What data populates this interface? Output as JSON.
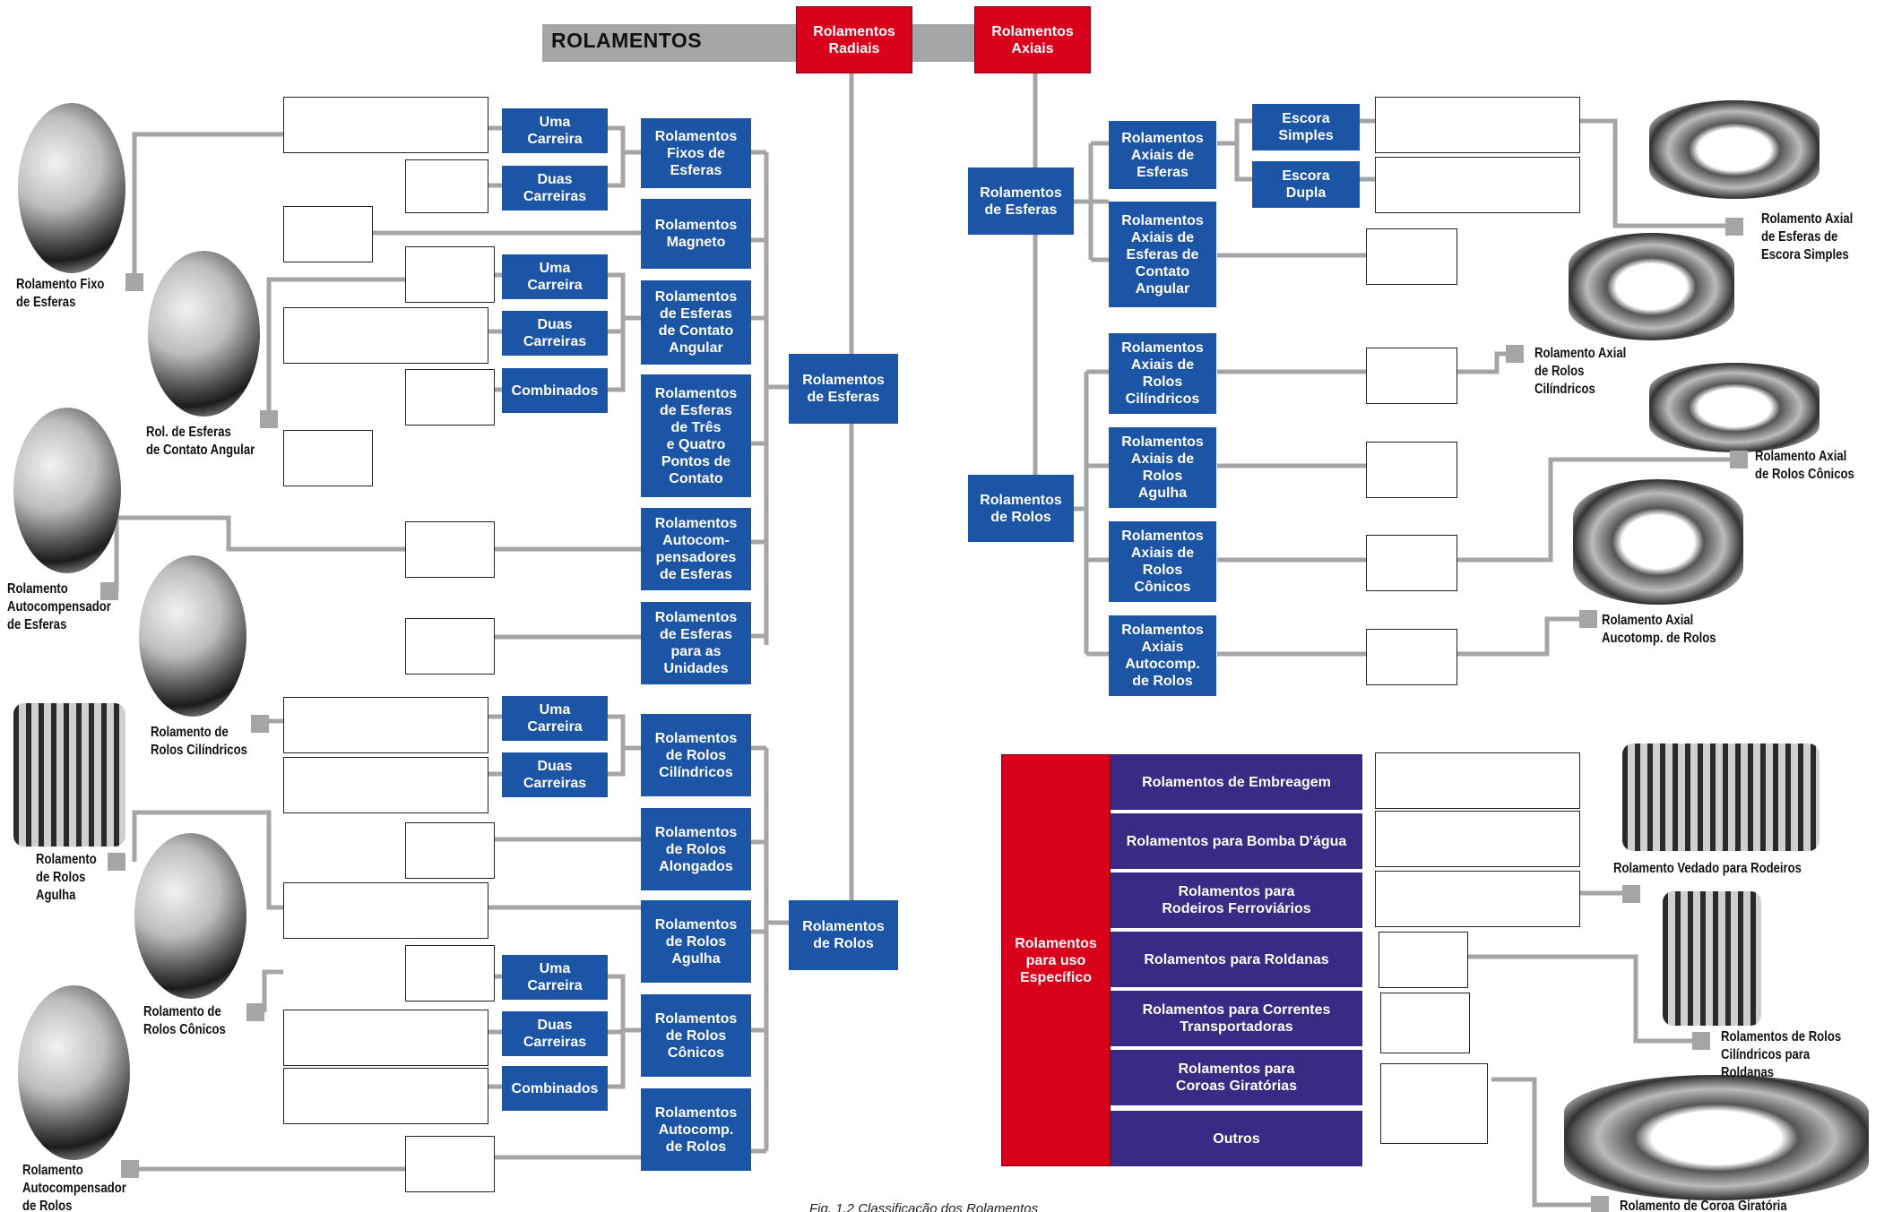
{
  "title": "ROLAMENTOS",
  "caption": "Fig. 1.2 Classificação dos Rolamentos",
  "colors": {
    "blue": "#1d55a6",
    "red": "#d9001b",
    "purple": "#3a2a86",
    "connector": "#a5a5a5"
  },
  "radial": {
    "header": "Rolamentos\nRadiais",
    "esferas": "Rolamentos\nde Esferas",
    "rolos": "Rolamentos\nde Rolos",
    "fixos": "Rolamentos\nFixos de\nEsferas",
    "magneto": "Rolamentos\nMagneto",
    "contato_angular": "Rolamentos\nde Esferas\nde Contato\nAngular",
    "tres_quatro": "Rolamentos\nde Esferas\nde Três\ne Quatro\nPontos de\nContato",
    "autocomp_esferas": "Rolamentos\nAutocom-\npensadores\nde Esferas",
    "unidades": "Rolamentos\nde Esferas\npara as\nUnidades",
    "rolos_cilindricos": "Rolamentos\nde Rolos\nCilíndricos",
    "rolos_alongados": "Rolamentos\nde Rolos\nAlongados",
    "rolos_agulha": "Rolamentos\nde Rolos\nAgulha",
    "rolos_conicos": "Rolamentos\nde Rolos\nCônicos",
    "autocomp_rolos": "Rolamentos\nAutocomp.\nde Rolos",
    "uma_carreira": "Uma\nCarreira",
    "duas_carreiras": "Duas\nCarreiras",
    "combinados": "Combinados"
  },
  "axial": {
    "header": "Rolamentos\nAxiais",
    "esferas": "Rolamentos\nde Esferas",
    "rolos": "Rolamentos\nde Rolos",
    "axiais_esferas": "Rolamentos\nAxiais de\nEsferas",
    "axiais_contato": "Rolamentos\nAxiais de\nEsferas de\nContato\nAngular",
    "axiais_cilindricos": "Rolamentos\nAxiais de\nRolos\nCilíndricos",
    "axiais_agulha": "Rolamentos\nAxiais de\nRolos\nAgulha",
    "axiais_conicos": "Rolamentos\nAxiais de\nRolos\nCônicos",
    "axiais_autocomp": "Rolamentos\nAxiais\nAutocomp.\nde Rolos",
    "escora_simples": "Escora\nSimples",
    "escora_dupla": "Escora\nDupla"
  },
  "especifico": {
    "header": "Rolamentos\npara uso\nEspecífico",
    "items": [
      "Rolamentos de Embreagem",
      "Rolamentos para Bomba D'água",
      "Rolamentos para\nRodeiros Ferroviários",
      "Rolamentos para Roldanas",
      "Rolamentos para Correntes\nTransportadoras",
      "Rolamentos para\nCoroas Giratórias",
      "Outros"
    ]
  },
  "photo_labels": {
    "fixo": "Rolamento Fixo\nde Esferas",
    "contato": "Rol. de Esferas\nde Contato Angular",
    "autocomp_esferas": "Rolamento\nAutocompensador\nde Esferas",
    "cilindricos": "Rolamento de\nRolos Cilíndricos",
    "agulha": "Rolamento\nde Rolos\nAgulha",
    "conicos": "Rolamento de\nRolos Cônicos",
    "autocomp_rolos": "Rolamento\nAutocompensador\nde Rolos",
    "axial_escora": "Rolamento Axial\nde Esferas de\nEscora Simples",
    "axial_cilindricos": "Rolamento Axial\nde Rolos\nCilíndricos",
    "axial_conicos": "Rolamento Axial\nde Rolos Cônicos",
    "axial_autocomp": "Rolamento Axial\nAucotomp. de Rolos",
    "vedado": "Rolamento Vedado para Rodeiros",
    "roldanas": "Rolamentos de Rolos\nCilíndricos para Roldanas",
    "coroa": "Rolamento de Coroa Giratória"
  }
}
